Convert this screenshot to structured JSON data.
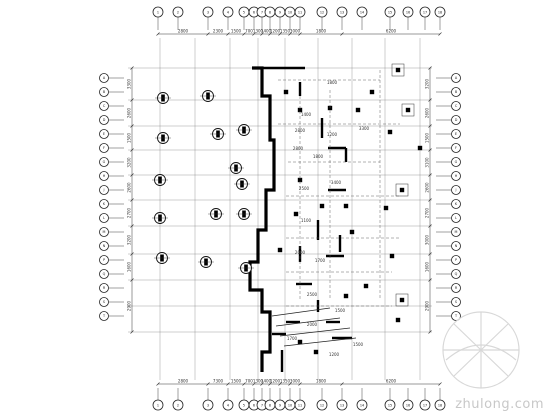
{
  "top_axes": [
    "1",
    "2",
    "3",
    "4",
    "5",
    "6",
    "7",
    "8",
    "9",
    "10",
    "11",
    "12",
    "13",
    "14",
    "15",
    "16",
    "17",
    "18"
  ],
  "left_axes": [
    "A",
    "B",
    "C",
    "D",
    "E",
    "F",
    "G",
    "H",
    "J",
    "K",
    "L",
    "M",
    "N",
    "P",
    "Q",
    "R",
    "S",
    "T"
  ],
  "right_axes": [
    "A",
    "B",
    "C",
    "D",
    "E",
    "F",
    "G",
    "H",
    "J",
    "K",
    "L",
    "M",
    "N",
    "P",
    "Q",
    "R",
    "S",
    "T"
  ],
  "top_dims": [
    "2800",
    "2300",
    "1500",
    "700",
    "1300",
    "1400",
    "1200",
    "1350",
    "3000",
    "1800",
    "6200"
  ],
  "bottom_dims": [
    "2800",
    "7300",
    "1500",
    "700",
    "1300",
    "1400",
    "1200",
    "1350",
    "3000",
    "1800",
    "6200"
  ],
  "left_dims": [
    "3300",
    "2600",
    "1500",
    "3200",
    "2600",
    "2700",
    "3200",
    "1600",
    "2900"
  ],
  "right_dims": [
    "3200",
    "2600",
    "1500",
    "3100",
    "2600",
    "2700",
    "3000",
    "1600",
    "2900"
  ],
  "beam_labels": [
    "1800",
    "1400",
    "2800",
    "1200",
    "3300",
    "2800",
    "1800",
    "2500",
    "3400",
    "1100",
    "2000",
    "1700",
    "2500",
    "1500",
    "2000",
    "1700",
    "1200",
    "1500"
  ],
  "watermark": "zhulong.com"
}
